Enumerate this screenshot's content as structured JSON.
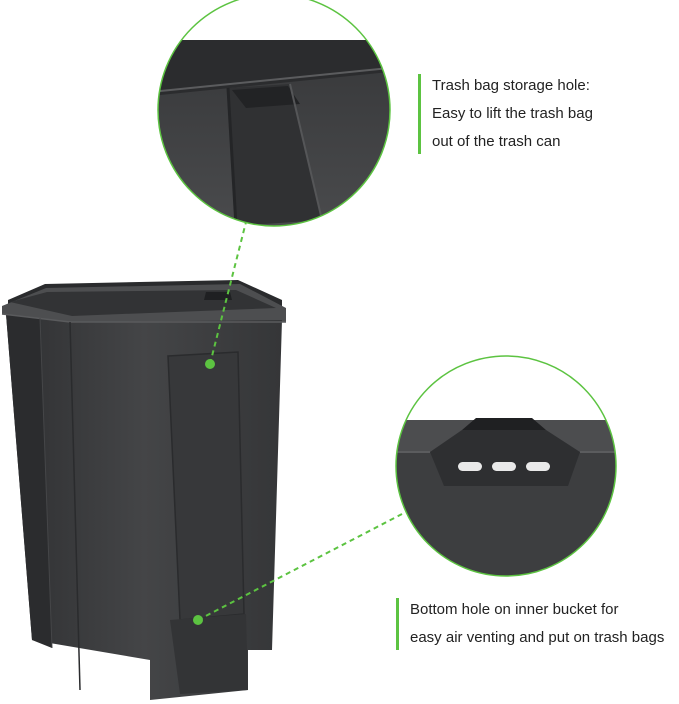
{
  "colors": {
    "accent": "#5cc341",
    "bucket": "#3c3d3f",
    "text": "#222222"
  },
  "callouts": {
    "top": {
      "title": "Trash bag storage hole:",
      "line2": "Easy to lift the trash bag",
      "line3": "out of the trash can"
    },
    "bottom": {
      "line1": "Bottom hole on inner bucket for",
      "line2": "easy air venting and  put on trash bags"
    }
  }
}
